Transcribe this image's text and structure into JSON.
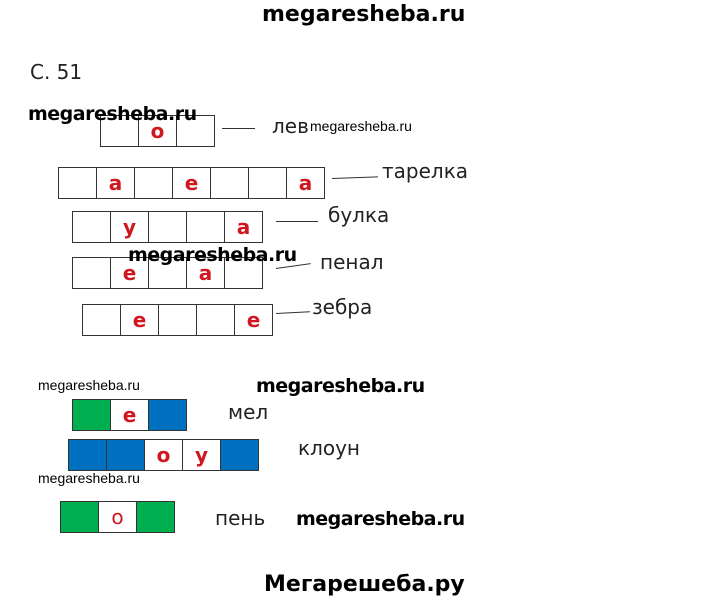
{
  "watermarks": {
    "top": "megaresheba.ru",
    "w1": "megaresheba.ru",
    "w2": "megaresheba.ru",
    "w3": "megaresheba.ru",
    "w4": "megaresheba.ru",
    "w5": "megaresheba.ru",
    "w6": "megaresheba.ru",
    "w7": "megaresheba.ru",
    "bottom": "Мегарешеба.ру"
  },
  "page_label": "С. 51",
  "colors": {
    "green": "#00b050",
    "blue": "#0070c0",
    "red": "#d0161e"
  },
  "section1": [
    {
      "word": "лев",
      "cells": [
        "",
        "о",
        ""
      ]
    },
    {
      "word": "тарелка",
      "cells": [
        "",
        "а",
        "",
        "е",
        "",
        "",
        "а"
      ]
    },
    {
      "word": "булка",
      "cells": [
        "",
        "у",
        "",
        "",
        "а"
      ]
    },
    {
      "word": "пенал",
      "cells": [
        "",
        "е",
        "",
        "а",
        ""
      ]
    },
    {
      "word": "зебра",
      "cells": [
        "",
        "е",
        "",
        "",
        "е"
      ]
    }
  ],
  "section2": [
    {
      "word": "мел",
      "cells": [
        {
          "t": "",
          "c": "green"
        },
        {
          "t": "е",
          "c": "white"
        },
        {
          "t": "",
          "c": "blue"
        }
      ]
    },
    {
      "word": "клоун",
      "cells": [
        {
          "t": "",
          "c": "blue"
        },
        {
          "t": "",
          "c": "blue"
        },
        {
          "t": "о",
          "c": "white"
        },
        {
          "t": "у",
          "c": "white"
        },
        {
          "t": "",
          "c": "blue"
        }
      ]
    },
    {
      "word": "пень",
      "cells": [
        {
          "t": "",
          "c": "green"
        },
        {
          "t": "о",
          "c": "white"
        },
        {
          "t": "",
          "c": "green"
        }
      ]
    }
  ]
}
